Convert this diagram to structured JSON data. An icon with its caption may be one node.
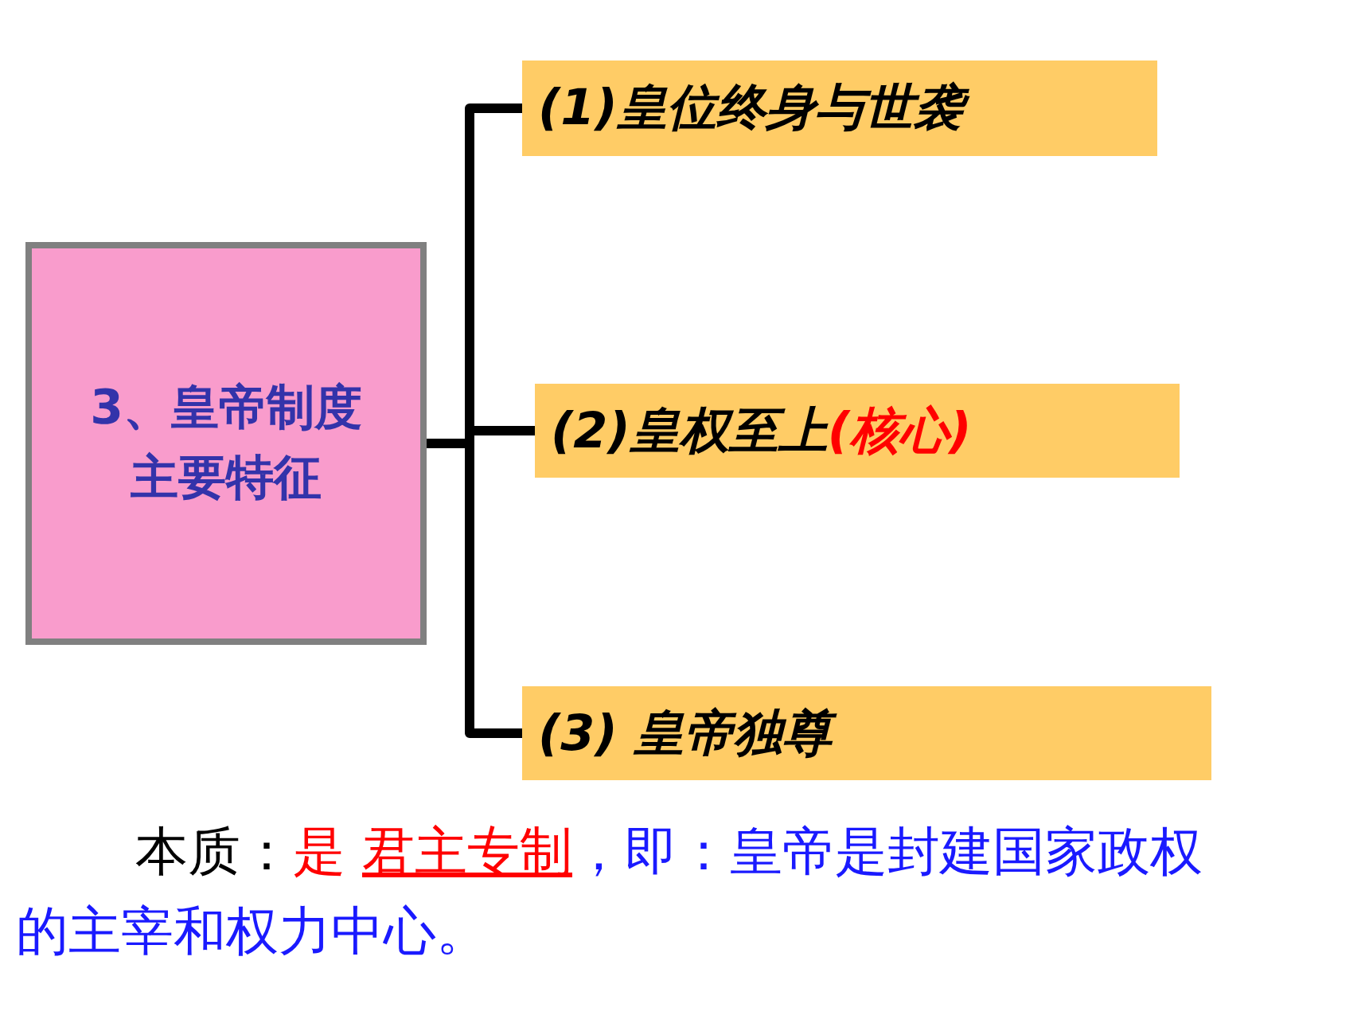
{
  "diagram": {
    "nodes": [
      {
        "text": [
          "3、皇帝制度主要特征"
        ]
      },
      {
        "text": [
          "(1)皇位终身与世袭"
        ]
      },
      {
        "text": [
          "(2)皇权至上",
          "(核心)"
        ]
      },
      {
        "text": [
          "(3) 皇帝独尊"
        ]
      }
    ],
    "edges": [
      {
        "from": 0,
        "to": 1,
        "arrow": "none"
      },
      {
        "from": 0,
        "to": 2,
        "arrow": "none"
      },
      {
        "from": 0,
        "to": 3,
        "arrow": "none"
      }
    ],
    "labels": [
      "本质：",
      "是 ",
      "君主专制",
      "，即：皇帝是封建国家政权的主宰和权力中心。"
    ]
  }
}
